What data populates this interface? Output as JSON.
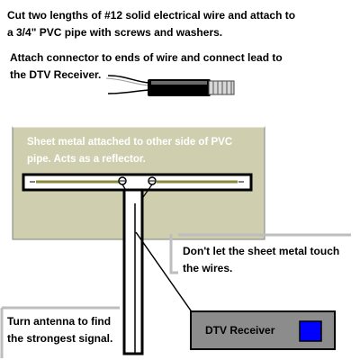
{
  "instructions": {
    "step1": "Cut two lengths of #12 solid electrical wire and attach to\na 3/4\" PVC pipe with screws and washers.",
    "step2": "Attach connector to ends of wire and connect lead to\nthe DTV Receiver.",
    "sheet_metal": "Sheet metal attached to other side of PVC\npipe. Acts as a reflector.",
    "no_touch": "Don't let the sheet metal touch\nthe wires.",
    "turn": "Turn antenna to find\nthe strongest signal."
  },
  "receiver": {
    "label": "DTV Receiver",
    "indicator_color": "#0000ff"
  },
  "colors": {
    "sheet_metal": "#cfcfaf",
    "wire_element": "#8a8a3a",
    "receiver_body": "#8c8c8c",
    "callout_line": "#bdbdbd"
  }
}
